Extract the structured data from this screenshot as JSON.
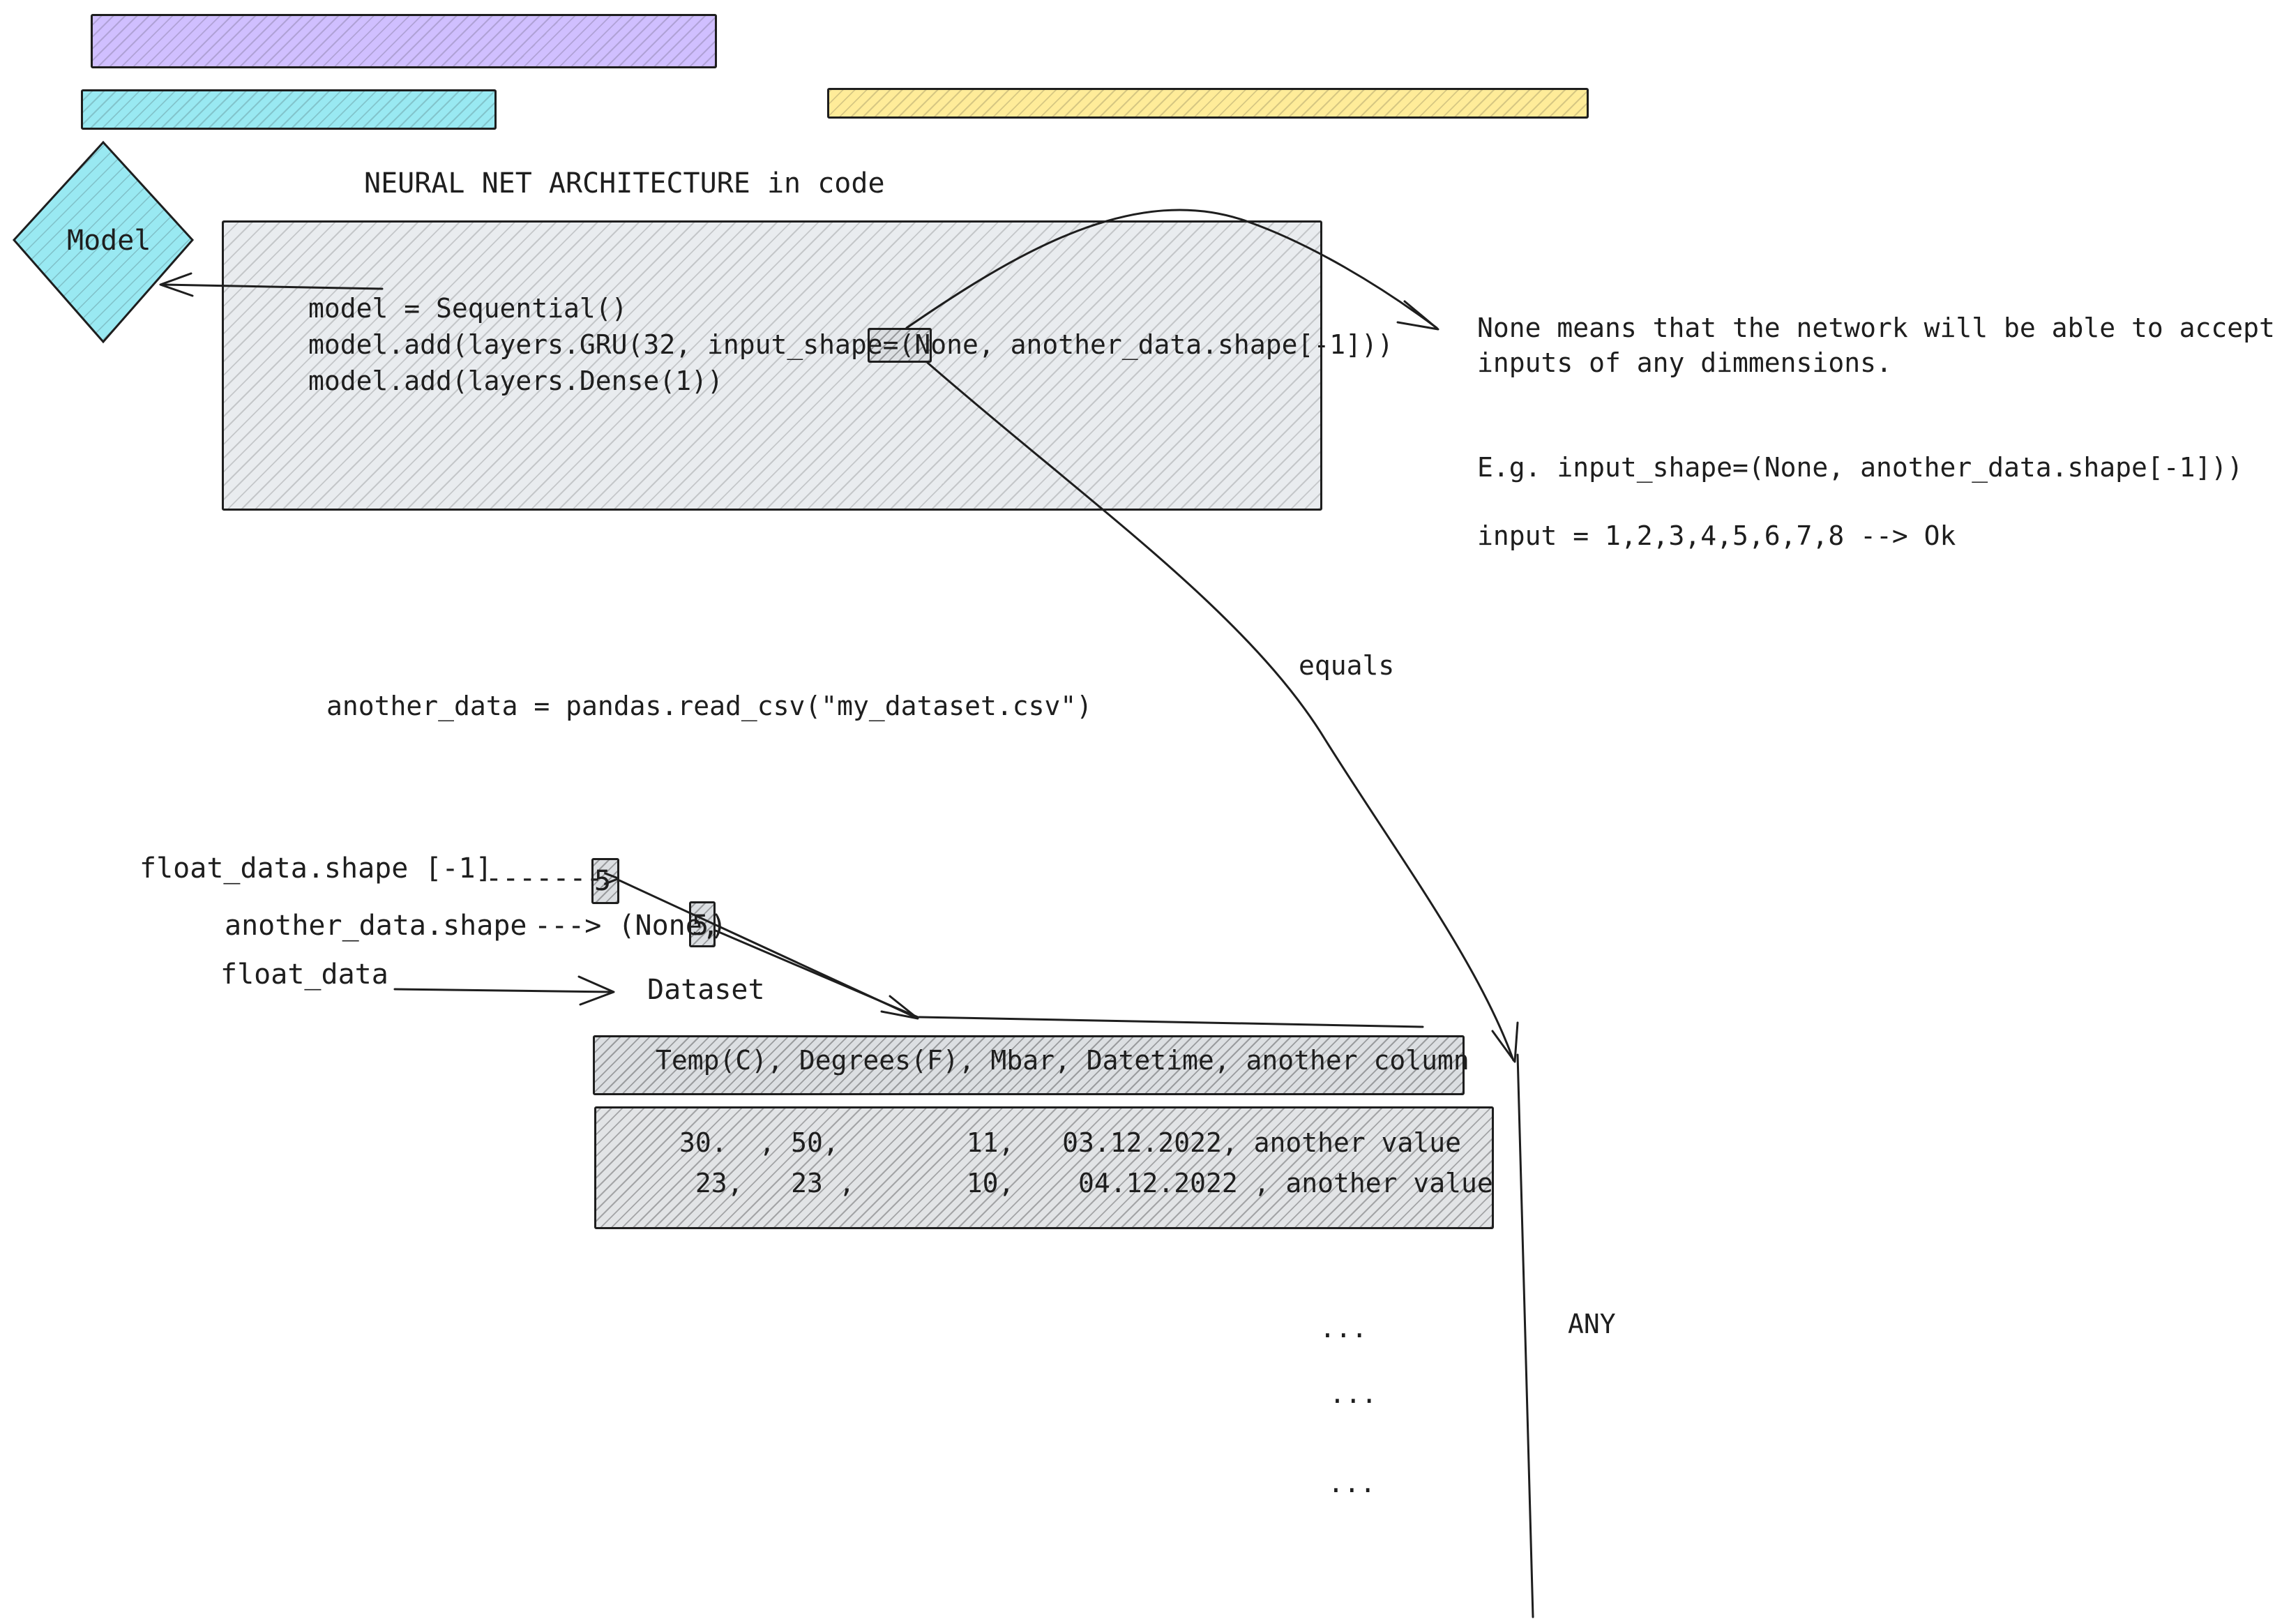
{
  "colors": {
    "purple_bar": "#d0bfff",
    "teal_bar": "#99e9f2",
    "yellow_bar": "#ffec99",
    "model_diamond": "#99e9f2",
    "code_box": "#e9ecef",
    "stroke": "#1e1e1e"
  },
  "model_label": "Model",
  "code_title": "NEURAL NET ARCHITECTURE in code",
  "code": {
    "line1": "model = Sequential()",
    "line2_prefix": "model.add(layers.GRU(32, input_shape=(",
    "line2_highlight": "None,",
    "line2_suffix": " another_data.shape[-1]))",
    "line3": "model.add(layers.Dense(1))"
  },
  "note": {
    "line1": "None means that the network will be able to accept",
    "line2": "inputs of any dimmensions.",
    "example": "E.g. input_shape=(None, another_data.shape[-1]))",
    "input": "input = 1,2,3,4,5,6,7,8 --> Ok"
  },
  "equals_label": "equals",
  "any_label": "ANY",
  "read_csv": "another_data = pandas.read_csv(\"my_dataset.csv\")",
  "shapes": {
    "float_shape_label": "float_data.shape [-1]",
    "float_shape_arrow": "-------> ",
    "float_shape_value": "5",
    "another_shape_label": "another_data.shape",
    "another_shape_arrow": "---> (None, ",
    "another_shape_value": "5",
    "another_shape_close": ")",
    "float_data_label": "float_data"
  },
  "dataset": {
    "title": "Dataset",
    "header": "Temp(C), Degrees(F), Mbar, Datetime, another column",
    "row1": "30.  , 50,        11,   03.12.2022, another value",
    "row2": " 23,   23 ,       10,    04.12.2022 , another value"
  },
  "ellipsis": [
    "...",
    "...",
    "..."
  ]
}
